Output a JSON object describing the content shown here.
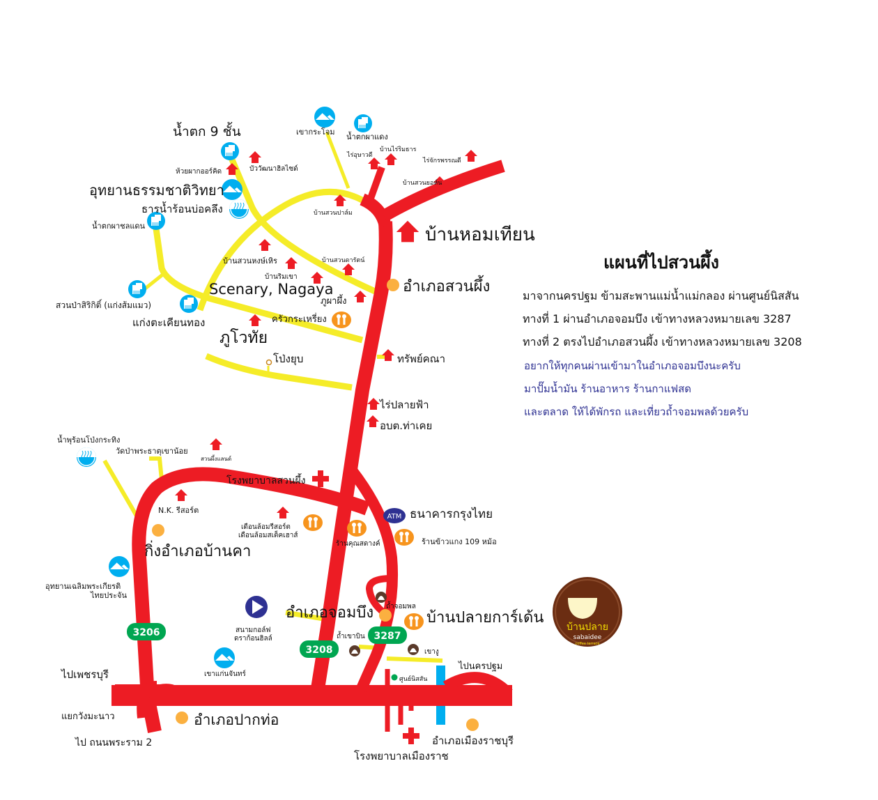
{
  "title": "แผนที่ไปสวนผึ้ง",
  "directions": [
    "มาจากนครปฐม ข้ามสะพานแม่น้ำแม่กลอง ผ่านศูนย์นิสสัน",
    "ทางที่ 1 ผ่านอำเภอจอมบึง เข้าทางหลวงหมายเลข 3287",
    "ทางที่ 2 ตรงไปอำเภอสวนผึ้ง เข้าทางหลวงหมายเลข 3208"
  ],
  "notes": [
    "อยากให้ทุกคนผ่านเข้ามาในอำเภอจอมบึงนะครับ",
    "มาปั๊มน้ำมัน ร้านอาหาร ร้านกาแฟสด",
    "และตลาด ให้ได้พักรถ และเที่ยวถ้ำจอมพลด้วยครับ"
  ],
  "places": [
    "น้ำตก 9 ชั้น",
    "เขากระโจม",
    "น้ำตกผาแดง",
    "ไร่อุษาวดี",
    "บ้านไร่ริมธาร",
    "ไร่จักรพรรณดี",
    "บ้านสวนยอห์น",
    "ห้วยผากออร์คิด",
    "บัววัฒนาฮิลไซด์",
    "อุทยานธรรมชาติวิทยา",
    "ธารน้ำร้อนบ่อคลึง",
    "น้ำตกผาชลแดน",
    "บ้านสวนปาล์ม",
    "บ้านหอมเทียน",
    "บ้านสวนหงษ์เหิร",
    "บ้านสวนดารัตน์",
    "บ้านริมเขา",
    "Scenary, Nagaya",
    "ภูผาผึ้ง",
    "อำเภอสวนผึ้ง",
    "สวนป่าสิริกิติ์ (แก่งส้มแมว)",
    "แก่งตะเคียนทอง",
    "ครัวกระเหรี่ยง",
    "ภูโวทัย",
    "โป่งยุบ",
    "ทรัพย์คณา",
    "ไร่ปลายฟ้า",
    "อบต.ท่าเคย",
    "น้ำพุร้อนโป่งกระทิง",
    "วัดป่าพระธาตุเขาน้อย",
    "สวนผึ้งแลนด์",
    "โรงพยาบาลสวนผึ้ง",
    "N.K. รีสอร์ต",
    "เดือนล้อมรีสอร์ต",
    "เดือนล้อมสเต็คเฮาส์",
    "ธนาคารกรุงไทย",
    "ร้านคุณสดางค์",
    "ร้านข้าวแกง 109 หม้อ",
    "กิ่งอำเภอบ้านคา",
    "อุทยานเฉลิมพระเกียรติ",
    "ไทยประจัน",
    "ถ้ำจอมพล",
    "อำเภอจอมบึง",
    "บ้านปลายการ์เด้น",
    "สนามกอล์ฟ",
    "ดราก้อนฮิลล์",
    "ถ้ำเขาบิน",
    "เขางู",
    "เขาแก่นจันทร์",
    "ไปเพชรบุรี",
    "ไปนครปฐม",
    "ศูนย์นิสสัน",
    "แยกวังมะนาว",
    "อำเภอปากท่อ",
    "ไป ถนนพระราม 2",
    "อำเภอเมืองราชบุรี",
    "โรงพยาบาลเมืองราช"
  ],
  "routes": {
    "r3206": "3206",
    "r3208": "3208",
    "r3287": "3287"
  },
  "atm": "ATM",
  "logo": {
    "name": "บ้านปลาย",
    "sub": "sabaidee",
    "tag": "coffee terrace"
  },
  "colors": {
    "road_main": "#ed1c24",
    "road_minor": "#f5ec28",
    "water": "#00aeef",
    "food": "#f7941d",
    "town": "#fbb040",
    "route": "#00a651",
    "atm": "#2e3192",
    "logo": "#6b2d12"
  },
  "icons": [
    "house-icon",
    "waterfall-icon",
    "mountain-icon",
    "hot-spring-icon",
    "restaurant-icon",
    "cave-icon",
    "town-dot-icon",
    "hospital-cross-icon",
    "golf-icon",
    "atm-icon"
  ]
}
